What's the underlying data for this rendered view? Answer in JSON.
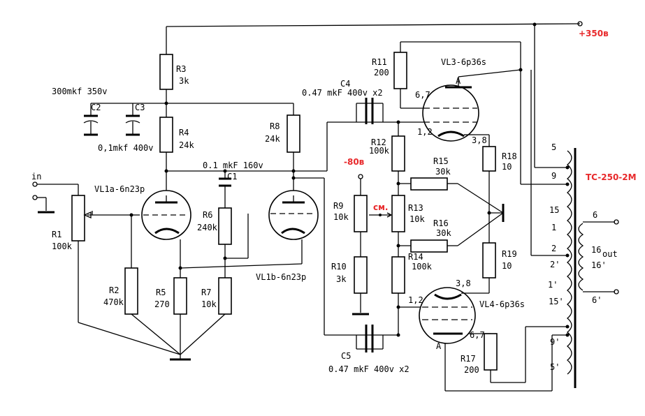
{
  "colors": {
    "wire": "#000000",
    "accent": "#e8292b"
  },
  "labels": {
    "in": "in",
    "plus350": "+350в",
    "minus80": "-80в",
    "sm": "см.",
    "cap300": "300mkf 350v",
    "cap01": "0,1mkf 400v",
    "c1val": "0.1 mkF 160v",
    "c4val": "0.47 mkF 400v x2",
    "c5val": "0.47 mkF 400v x2",
    "vl1a": "VL1a-6n23p",
    "vl1b": "VL1b-6n23p",
    "vl3": "VL3-6p36s",
    "vl4": "VL4-6p36s",
    "transformer": "TC-250-2M",
    "out": "out",
    "anodeA": "A",
    "pin67": "6,7",
    "pin12": "1,2",
    "pin38": "3,8"
  },
  "components": {
    "R1": {
      "name": "R1",
      "value": "100k"
    },
    "R2": {
      "name": "R2",
      "value": "470k"
    },
    "R3": {
      "name": "R3",
      "value": "3k"
    },
    "R4": {
      "name": "R4",
      "value": "24k"
    },
    "R5": {
      "name": "R5",
      "value": "270"
    },
    "R6": {
      "name": "R6",
      "value": "240k"
    },
    "R7": {
      "name": "R7",
      "value": "10k"
    },
    "R8": {
      "name": "R8",
      "value": "24k"
    },
    "R9": {
      "name": "R9",
      "value": "10k"
    },
    "R10": {
      "name": "R10",
      "value": "3k"
    },
    "R11": {
      "name": "R11",
      "value": "200"
    },
    "R12": {
      "name": "R12",
      "value": "100k"
    },
    "R13": {
      "name": "R13",
      "value": "10k"
    },
    "R14": {
      "name": "R14",
      "value": "100k"
    },
    "R15": {
      "name": "R15",
      "value": "30k"
    },
    "R16": {
      "name": "R16",
      "value": "30k"
    },
    "R17": {
      "name": "R17",
      "value": "200"
    },
    "R18": {
      "name": "R18",
      "value": "10"
    },
    "R19": {
      "name": "R19",
      "value": "10"
    },
    "C1": "C1",
    "C2": "C2",
    "C3": "C3",
    "C4": "C4",
    "C5": "C5"
  },
  "taps": {
    "t5": "5",
    "t9": "9",
    "t15": "15",
    "t1": "1",
    "t2": "2",
    "t2p": "2'",
    "t1p": "1'",
    "t15p": "15'",
    "t9p": "9'",
    "t5p": "5'",
    "o16": "16",
    "o16p": "16'",
    "o6": "6",
    "o6p": "6'"
  }
}
